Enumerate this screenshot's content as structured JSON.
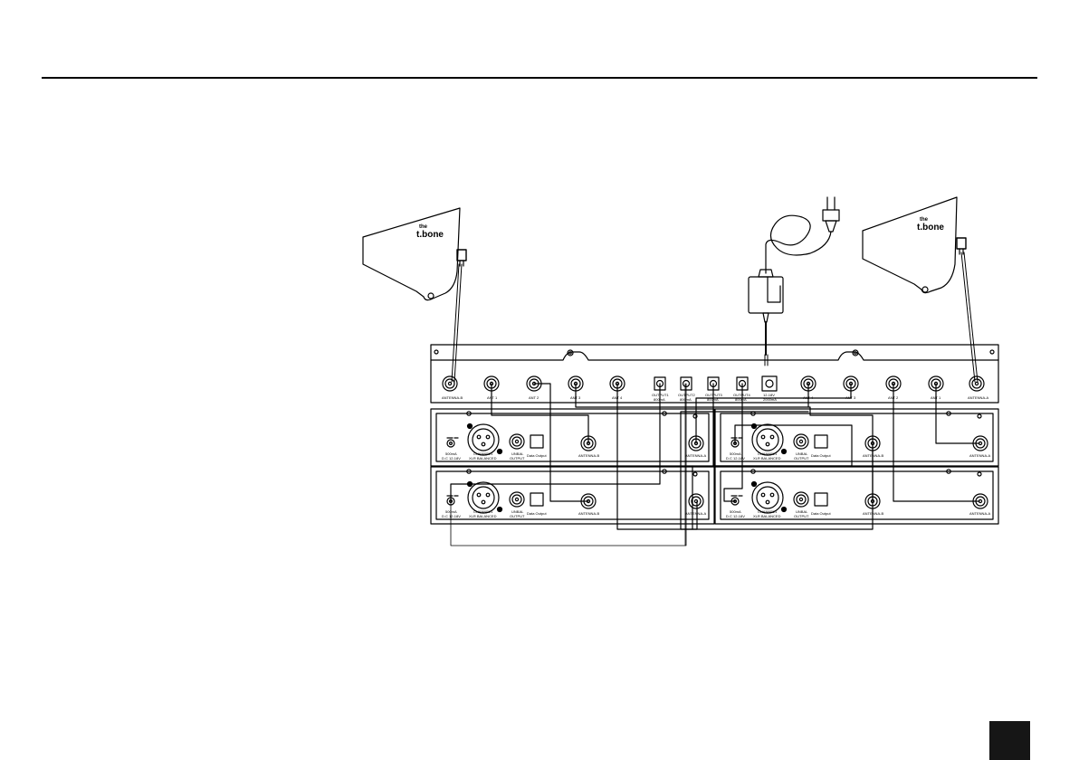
{
  "colors": {
    "ink": "#000000",
    "paper": "#ffffff",
    "page_box": "#161616"
  },
  "antennas": {
    "left": {
      "logo_top": "the",
      "logo_bottom": "t.bone"
    },
    "right": {
      "logo_top": "the",
      "logo_bottom": "t.bone"
    }
  },
  "splitter": {
    "left_labels": [
      "ANTENNA-B",
      "ANT 1",
      "ANT 2",
      "ANT 3",
      "ANT 4"
    ],
    "outputs": [
      {
        "top": "OUTPUT1",
        "bottom": "800mA"
      },
      {
        "top": "OUTPUT2",
        "bottom": "800mA"
      },
      {
        "top": "OUTPUT3",
        "bottom": "800mA"
      },
      {
        "top": "OUTPUT4",
        "bottom": "800mA"
      }
    ],
    "dc_in": {
      "top": "12-18V",
      "bottom": "2000mA"
    },
    "right_labels": [
      "ANT 4",
      "ANT 3",
      "ANT 2",
      "ANT 1",
      "ANTENNA-A"
    ]
  },
  "receiver_labels": {
    "dc": {
      "top": "500mA",
      "bottom": "D.C 12-18V"
    },
    "xlr": {
      "top": "CHANNEL1",
      "bottom": "XLR BALANCED"
    },
    "jack": {
      "top": "UNBAL",
      "bottom": "OUTPUT"
    },
    "data": "Data Output",
    "ant_b": "ANTENNA-B",
    "ant_a": "ANTENNA-A"
  }
}
